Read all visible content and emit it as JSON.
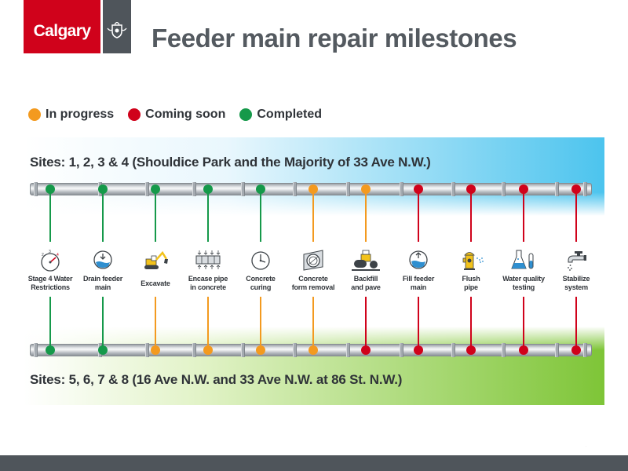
{
  "header": {
    "logo_text": "Calgary",
    "title": "Feeder main repair milestones"
  },
  "colors": {
    "in_progress": "#f39a1f",
    "coming_soon": "#d0021b",
    "completed": "#15994a"
  },
  "legend": [
    {
      "label": "In progress",
      "status": "in_progress"
    },
    {
      "label": "Coming soon",
      "status": "coming_soon"
    },
    {
      "label": "Completed",
      "status": "completed"
    }
  ],
  "sites": {
    "top_label": "Sites: 1, 2, 3 & 4 (Shouldice Park and the Majority of 33 Ave N.W.)",
    "bottom_label": "Sites: 5, 6, 7 & 8 (16 Ave N.W. and 33 Ave N.W. at 86 St. N.W.)"
  },
  "milestones": [
    {
      "label_lines": [
        "Stage 4 Water",
        "Restrictions"
      ],
      "icon": "gauge-icon",
      "top_status": "completed",
      "bottom_status": "completed"
    },
    {
      "label_lines": [
        "Drain feeder",
        "main"
      ],
      "icon": "drain-icon",
      "top_status": "completed",
      "bottom_status": "completed"
    },
    {
      "label_lines": [
        "Excavate"
      ],
      "icon": "excavator-icon",
      "top_status": "completed",
      "bottom_status": "in_progress"
    },
    {
      "label_lines": [
        "Encase pipe",
        "in concrete"
      ],
      "icon": "pipe-encase-icon",
      "top_status": "completed",
      "bottom_status": "in_progress"
    },
    {
      "label_lines": [
        "Concrete",
        "curing"
      ],
      "icon": "clock-icon",
      "top_status": "completed",
      "bottom_status": "in_progress"
    },
    {
      "label_lines": [
        "Concrete",
        "form removal"
      ],
      "icon": "pipe-section-icon",
      "top_status": "in_progress",
      "bottom_status": "in_progress"
    },
    {
      "label_lines": [
        "Backfill",
        "and pave"
      ],
      "icon": "road-roller-icon",
      "top_status": "in_progress",
      "bottom_status": "coming_soon"
    },
    {
      "label_lines": [
        "Fill feeder",
        "main"
      ],
      "icon": "fill-icon",
      "top_status": "coming_soon",
      "bottom_status": "coming_soon"
    },
    {
      "label_lines": [
        "Flush",
        "pipe"
      ],
      "icon": "hydrant-icon",
      "top_status": "coming_soon",
      "bottom_status": "coming_soon"
    },
    {
      "label_lines": [
        "Water quality",
        "testing"
      ],
      "icon": "lab-flask-icon",
      "top_status": "coming_soon",
      "bottom_status": "coming_soon"
    },
    {
      "label_lines": [
        "Stabilize",
        "system"
      ],
      "icon": "faucet-icon",
      "top_status": "coming_soon",
      "bottom_status": "coming_soon"
    }
  ]
}
